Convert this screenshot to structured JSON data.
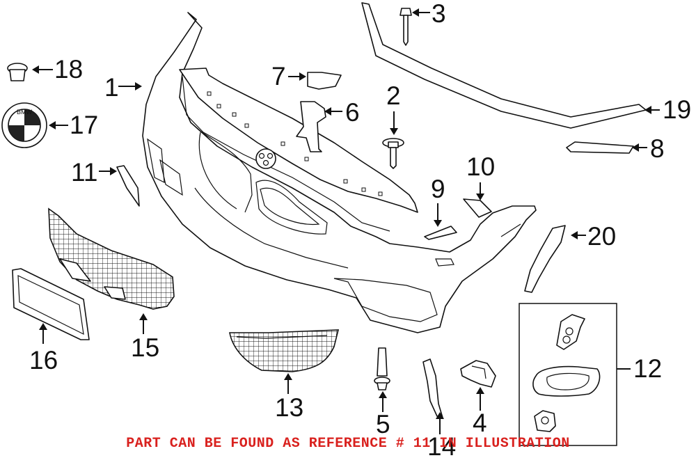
{
  "callouts": {
    "c1": "1",
    "c2": "2",
    "c3": "3",
    "c4": "4",
    "c5": "5",
    "c6": "6",
    "c7": "7",
    "c8": "8",
    "c9": "9",
    "c10": "10",
    "c11": "11",
    "c12": "12",
    "c13": "13",
    "c14": "14",
    "c15": "15",
    "c16": "16",
    "c17": "17",
    "c18": "18",
    "c19": "19",
    "c20": "20"
  },
  "emblem_text": "BMW",
  "footer_note": "PART CAN BE FOUND AS REFERENCE # 11 IN ILLUSTRATION",
  "colors": {
    "note": "#d9211e",
    "line": "#111111"
  }
}
